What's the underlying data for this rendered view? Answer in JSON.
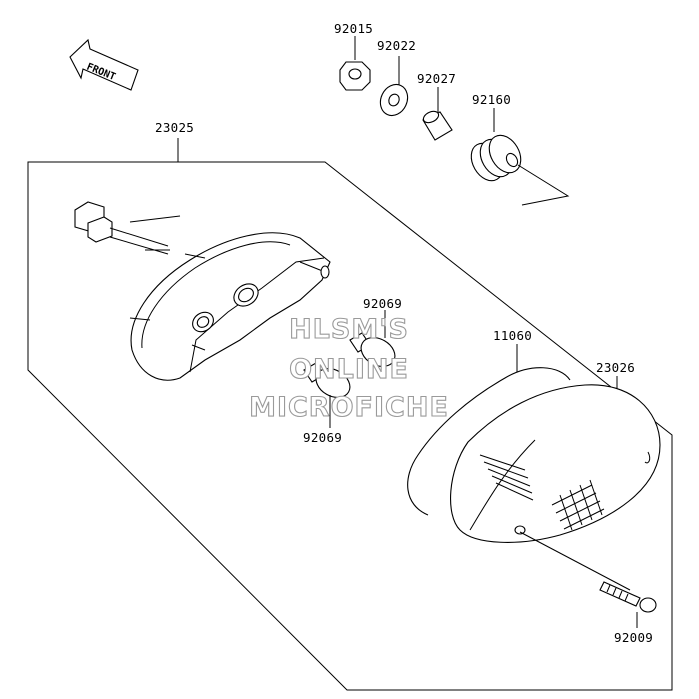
{
  "front_arrow": {
    "label": "FRONT"
  },
  "labels": {
    "p92015": "92015",
    "p92022": "92022",
    "p92027": "92027",
    "p92160": "92160",
    "p23025": "23025",
    "p92069_top": "92069",
    "p92069_bottom": "92069",
    "p11060": "11060",
    "p23026": "23026",
    "p92009": "92009"
  },
  "watermark": {
    "line1": "HLSM'S",
    "line2": "ONLINE",
    "line3": "MICROFICHE"
  },
  "colors": {
    "line": "#000000",
    "watermark_outline": "#9a9a9a",
    "background": "#ffffff"
  }
}
